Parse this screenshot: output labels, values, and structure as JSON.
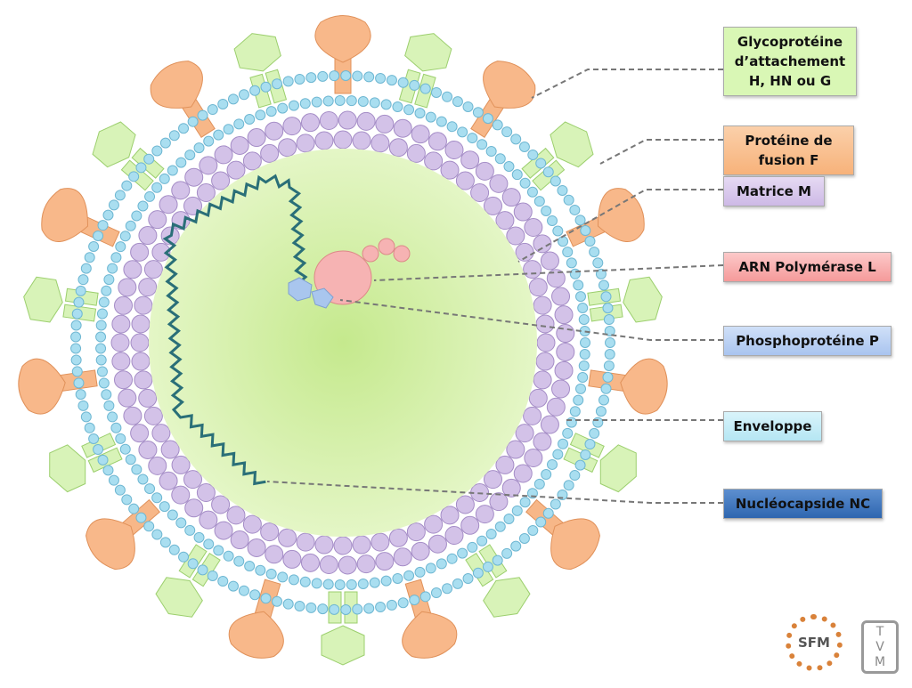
{
  "labels": {
    "glycoprotein": "Glycoprotéine d’attachement H, HN ou G",
    "glycoprotein_lines": [
      "Glycoprotéine",
      "d’attachement",
      "H, HN ou G"
    ],
    "fusion": "Protéine de fusion F",
    "matrix": "Matrice M",
    "polymerase": "ARN Polymérase L",
    "phosphoprotein": "Phosphoprotéine P",
    "envelope": "Enveloppe",
    "nucleocapsid": "Nucléocapside NC"
  },
  "logos": {
    "sfm": "SFM",
    "tvm": [
      "T",
      "V",
      "M"
    ]
  },
  "colors": {
    "glycoprotein": "#d6f5b0",
    "fusion": "#f9bd8c",
    "matrix": "#d7c5ea",
    "polymerase": "#f8a8a8",
    "phosphoprotein": "#b7cdf2",
    "envelope": "#c2ecf6",
    "nucleocapsid": "#2f6fb5",
    "interior": "#c9ec96"
  }
}
